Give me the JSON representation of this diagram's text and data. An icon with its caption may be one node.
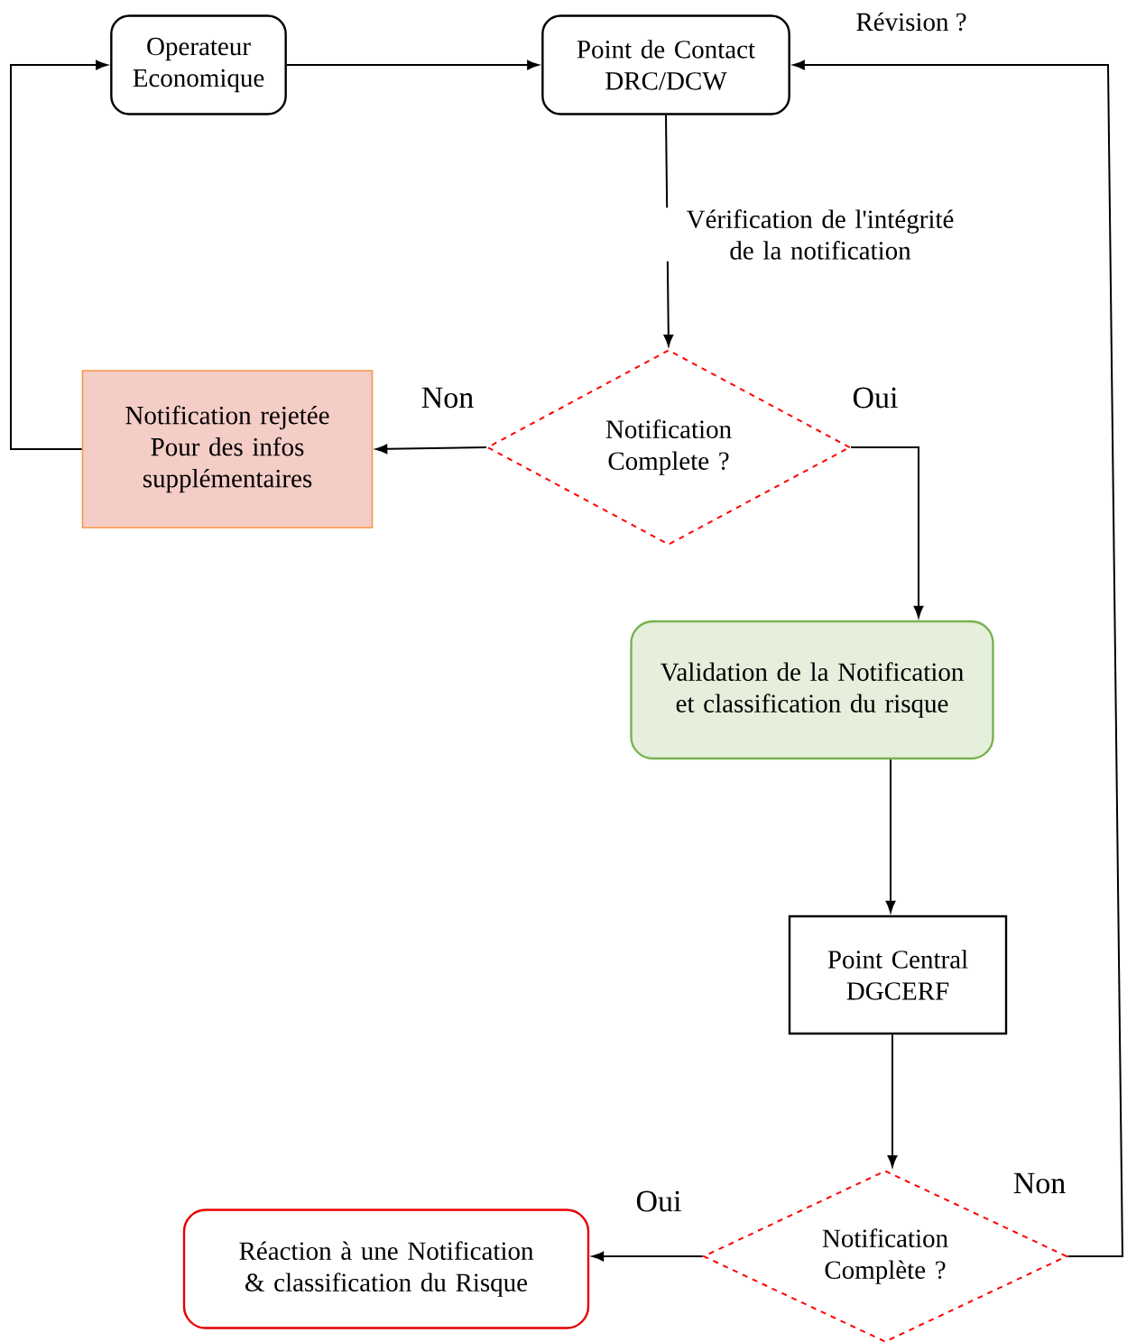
{
  "diagram": {
    "nodes": [
      {
        "text": [
          "Operateur Economique"
        ]
      },
      {
        "text": [
          "Point de Contact DRC/DCW"
        ]
      },
      {
        "text": [
          "Notification Complete ?"
        ]
      },
      {
        "text": [
          "Notification rejetée Pour des infos supplémentaires"
        ]
      },
      {
        "text": [
          "Validation de la Notification et classification du risque"
        ]
      },
      {
        "text": [
          "Point Central DGCERF"
        ]
      },
      {
        "text": [
          "Notification Complète ?"
        ]
      },
      {
        "text": [
          "Réaction à une Notification & classification du Risque"
        ]
      }
    ],
    "edges": [
      {
        "from": 0,
        "to": 1,
        "arrow": "to"
      },
      {
        "from": 1,
        "to": 2,
        "arrow": "to",
        "label": "Vérification de l'intégrité de la notification"
      },
      {
        "from": 2,
        "to": 3,
        "arrow": "to",
        "label": "Non"
      },
      {
        "from": 2,
        "to": 4,
        "arrow": "to",
        "label": "Oui"
      },
      {
        "from": 3,
        "to": 0,
        "arrow": "to"
      },
      {
        "from": 4,
        "to": 5,
        "arrow": "to"
      },
      {
        "from": 5,
        "to": 6,
        "arrow": "to"
      },
      {
        "from": 6,
        "to": 7,
        "arrow": "to",
        "label": "Oui"
      },
      {
        "from": 6,
        "to": 1,
        "arrow": "to",
        "label": "Non"
      }
    ],
    "labels": [
      "Révision ?"
    ]
  }
}
